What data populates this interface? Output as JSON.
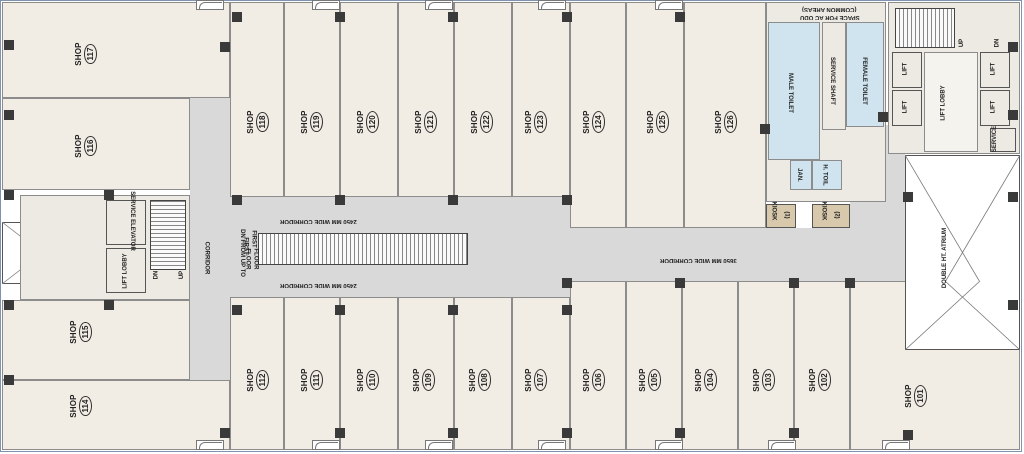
{
  "shops": {
    "s101": {
      "label": "SHOP",
      "number": "101"
    },
    "s102": {
      "label": "SHOP",
      "number": "102"
    },
    "s103": {
      "label": "SHOP",
      "number": "103"
    },
    "s104": {
      "label": "SHOP",
      "number": "104"
    },
    "s105": {
      "label": "SHOP",
      "number": "105"
    },
    "s106": {
      "label": "SHOP",
      "number": "106"
    },
    "s107": {
      "label": "SHOP",
      "number": "107"
    },
    "s108": {
      "label": "SHOP",
      "number": "108"
    },
    "s109": {
      "label": "SHOP",
      "number": "109"
    },
    "s110": {
      "label": "SHOP",
      "number": "110"
    },
    "s111": {
      "label": "SHOP",
      "number": "111"
    },
    "s112": {
      "label": "SHOP",
      "number": "112"
    },
    "s114": {
      "label": "SHOP",
      "number": "114"
    },
    "s115": {
      "label": "SHOP",
      "number": "115"
    },
    "s116": {
      "label": "SHOP",
      "number": "116"
    },
    "s117": {
      "label": "SHOP",
      "number": "117"
    },
    "s118": {
      "label": "SHOP",
      "number": "118"
    },
    "s119": {
      "label": "SHOP",
      "number": "119"
    },
    "s120": {
      "label": "SHOP",
      "number": "120"
    },
    "s121": {
      "label": "SHOP",
      "number": "121"
    },
    "s122": {
      "label": "SHOP",
      "number": "122"
    },
    "s123": {
      "label": "SHOP",
      "number": "123"
    },
    "s124": {
      "label": "SHOP",
      "number": "124"
    },
    "s125": {
      "label": "SHOP",
      "number": "125"
    },
    "s126": {
      "label": "SHOP",
      "number": "126"
    }
  },
  "labels": {
    "corridor_top": "2450 MM WIDE CORRIDOR",
    "corridor_bottom": "2450 MM WIDE CORRIDOR",
    "corridor_main": "3650 MM WIDE CORRIDOR",
    "corridor_side": "CORRIDOR",
    "escalator_note_1": "DN FROM UP TO",
    "escalator_note_2": "FIRST",
    "escalator_note_3": "FIRST",
    "escalator_note_4": "FLOOR",
    "escalator_note_5": "FLOOR",
    "service_elevator": "SERVICE ELEVATOR",
    "lift_lobby_left": "LIFT LOBBY",
    "dn": "DN",
    "up": "UP",
    "male_toilet": "MALE TOILET",
    "female_toilet": "FEMALE TOILET",
    "service_shaft": "SERVICE SHAFT",
    "space_ac_1": "SPACE FOR AC ODU",
    "space_ac_2": "(COMMON AREAS)",
    "jan": "JAN.",
    "h_toil": "H. TOIL",
    "kiosk1_a": "KIOSK",
    "kiosk1_b": "(1)",
    "kiosk2_a": "KIOSK",
    "kiosk2_b": "(2)",
    "lift": "LIFT",
    "lift_lobby_right": "LIFT LOBBY",
    "service": "SERVICE",
    "double_ht": "DOUBLE HT. ATRIUM",
    "up_right": "UP",
    "dn_right": "DN"
  }
}
